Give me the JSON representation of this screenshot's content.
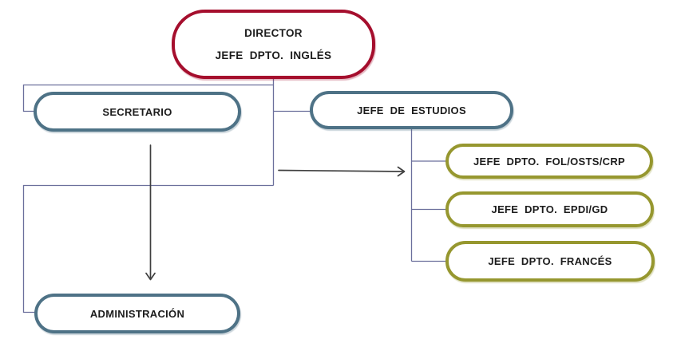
{
  "org_chart": {
    "type": "org-diagram",
    "nodes": {
      "director": {
        "line1": "DIRECTOR",
        "line2": "JEFE  DPTO.  INGLÉS"
      },
      "secretario": {
        "label": "SECRETARIO"
      },
      "jefe_de_estudios": {
        "label": "JEFE  DE  ESTUDIOS"
      },
      "dpto_fol": {
        "label": "JEFE  DPTO.  FOL/OSTS/CRP"
      },
      "dpto_epdi": {
        "label": "JEFE  DPTO.  EPDI/GD"
      },
      "dpto_frances": {
        "label": "JEFE  DPTO.  FRANCÉS"
      },
      "administracion": {
        "label": "ADMINISTRACIÓN"
      }
    },
    "edges": [
      {
        "from": "director",
        "to": "secretario",
        "style": "elbow-line"
      },
      {
        "from": "director",
        "to": "jefe_de_estudios",
        "style": "elbow-line"
      },
      {
        "from": "director",
        "to": "administracion",
        "style": "elbow-line"
      },
      {
        "from": "jefe_de_estudios",
        "to": "dpto_fol",
        "style": "elbow-line"
      },
      {
        "from": "jefe_de_estudios",
        "to": "dpto_epdi",
        "style": "elbow-line"
      },
      {
        "from": "jefe_de_estudios",
        "to": "dpto_frances",
        "style": "elbow-line"
      },
      {
        "from": "secretario",
        "to": "administracion",
        "style": "black-arrow-down"
      },
      {
        "from": "secretario",
        "to": "departments-group",
        "style": "black-arrow-right"
      }
    ]
  },
  "colors": {
    "director_border": "#A50E2D",
    "management_border": "#4E7286",
    "department_border": "#96972F",
    "connector_line": "#6B6F9C",
    "arrow_color": "#3F3F3F",
    "text_color": "#1C1C1C",
    "background": "#FFFFFF"
  }
}
